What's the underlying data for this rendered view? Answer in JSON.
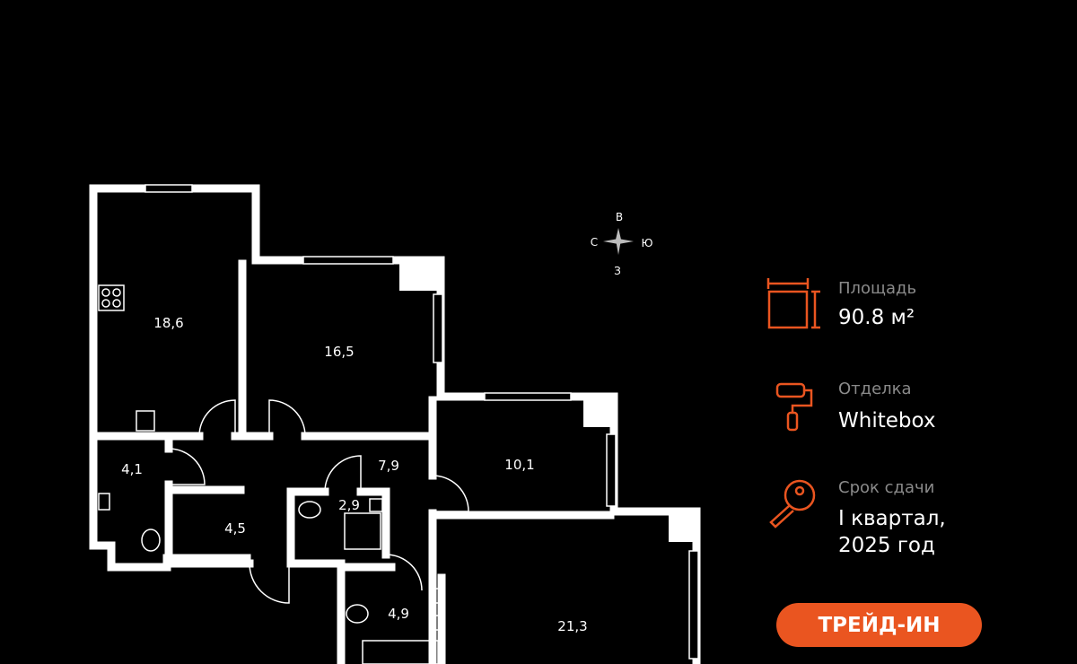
{
  "plan": {
    "rooms": [
      {
        "id": "kitchen",
        "area": "18,6"
      },
      {
        "id": "room1",
        "area": "16,5"
      },
      {
        "id": "room2",
        "area": "10,1"
      },
      {
        "id": "hall",
        "area": "7,9"
      },
      {
        "id": "storage",
        "area": "4,1"
      },
      {
        "id": "corridor",
        "area": "4,5"
      },
      {
        "id": "wc",
        "area": "2,9"
      },
      {
        "id": "bath",
        "area": "4,9"
      },
      {
        "id": "room3",
        "area": "21,3"
      }
    ],
    "compass": {
      "north": "С",
      "east": "В",
      "south": "Ю",
      "west": "З"
    }
  },
  "info": {
    "area_label": "Площадь",
    "area_value": "90.8 м²",
    "finish_label": "Отделка",
    "finish_value": "Whitebox",
    "deadline_label": "Срок сдачи",
    "deadline_line1": "I квартал,",
    "deadline_line2": "2025 год",
    "accent_color": "#ea5520"
  },
  "trade_in_button": "ТРЕЙД-ИН"
}
